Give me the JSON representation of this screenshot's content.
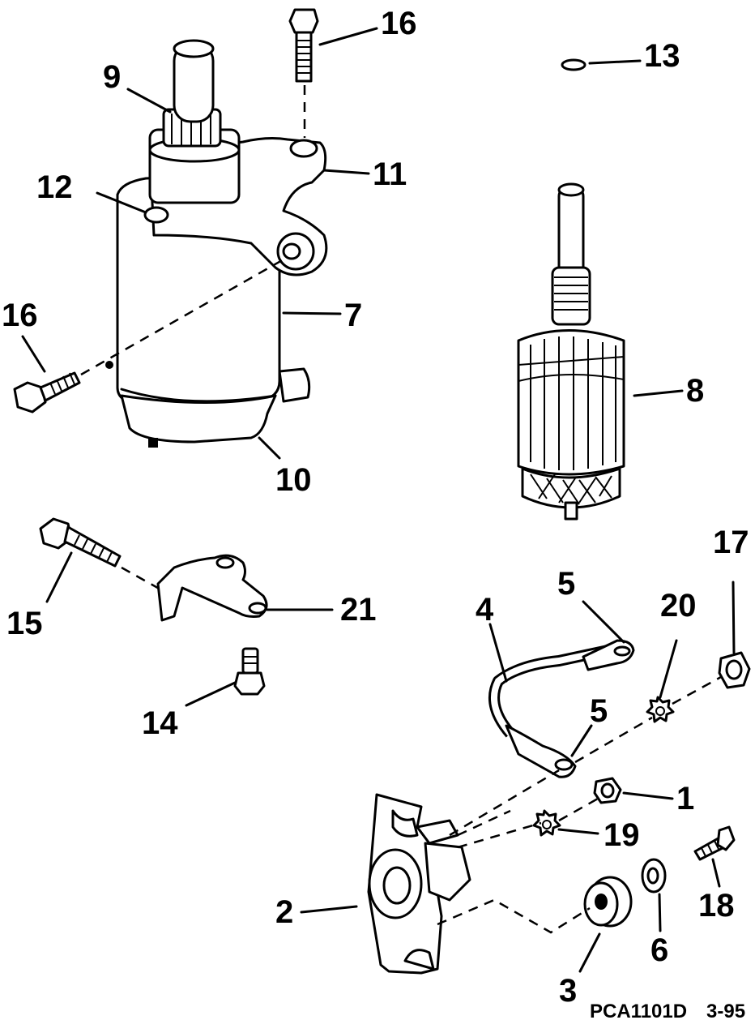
{
  "callouts": {
    "c1": "1",
    "c2": "2",
    "c3": "3",
    "c4": "4",
    "c5a": "5",
    "c5b": "5",
    "c6": "6",
    "c7": "7",
    "c8": "8",
    "c9": "9",
    "c10": "10",
    "c11": "11",
    "c12": "12",
    "c13": "13",
    "c14": "14",
    "c15": "15",
    "c16a": "16",
    "c16b": "16",
    "c17": "17",
    "c18": "18",
    "c19": "19",
    "c20": "20",
    "c21": "21"
  },
  "footer": {
    "code": "PCA1101D",
    "date": "3-95"
  }
}
